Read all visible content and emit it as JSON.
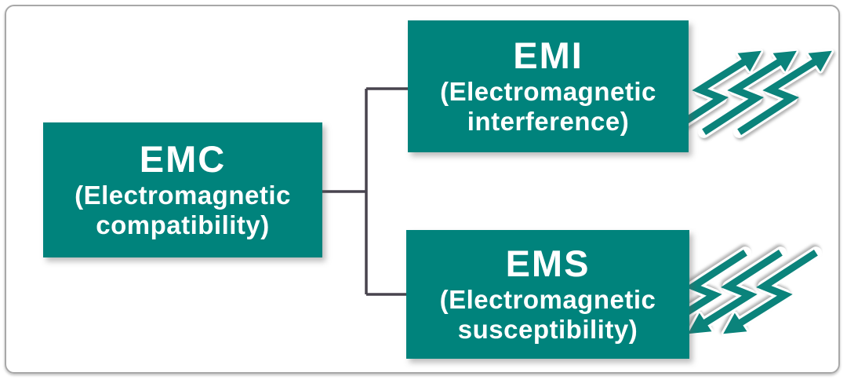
{
  "nodes": {
    "emc": {
      "acronym": "EMC",
      "label": "(Electromagnetic compatibility)"
    },
    "emi": {
      "acronym": "EMI",
      "label": "(Electromagnetic interference)"
    },
    "ems": {
      "acronym": "EMS",
      "label": "(Electromagnetic susceptibility)"
    }
  },
  "icons": {
    "emi_arrows": "triple-zigzag-lightning-arrows-pointing-outward",
    "ems_arrows": "triple-zigzag-lightning-arrows-pointing-inward"
  },
  "colors": {
    "box": "#00837C",
    "arrow": "#0B837B",
    "connector": "#48444E",
    "frame_border": "#A8A8A8",
    "text": "#FFFFFF",
    "background": "#FFFFFF"
  }
}
